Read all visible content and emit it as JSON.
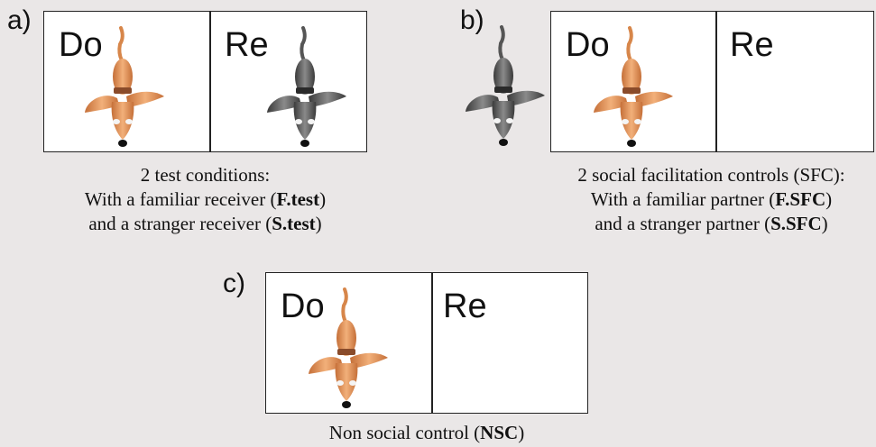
{
  "panels": {
    "a": {
      "label": "a)",
      "left_cell": "Do",
      "right_cell": "Re",
      "caption": {
        "line1": "2 test conditions:",
        "line2_pre": "With a familiar receiver (",
        "line2_bold": "F.test",
        "line2_post": ")",
        "line3_pre": "and a stranger receiver (",
        "line3_bold": "S.test",
        "line3_post": ")"
      }
    },
    "b": {
      "label": "b)",
      "left_cell": "Do",
      "right_cell": "Re",
      "caption": {
        "line1": "2 social facilitation controls (SFC):",
        "line2_pre": "With a familiar partner (",
        "line2_bold": "F.SFC",
        "line2_post": ")",
        "line3_pre": "and a stranger partner (",
        "line3_bold": "S.SFC",
        "line3_post": ")"
      }
    },
    "c": {
      "label": "c)",
      "left_cell": "Do",
      "right_cell": "Re",
      "caption": {
        "line1_pre": "Non social control (",
        "line1_bold": "NSC",
        "line1_post": ")"
      }
    }
  },
  "colors": {
    "orange_rat": "#e39a5e",
    "grey_rat": "#5c5c5c",
    "background": "#eae7e7"
  }
}
